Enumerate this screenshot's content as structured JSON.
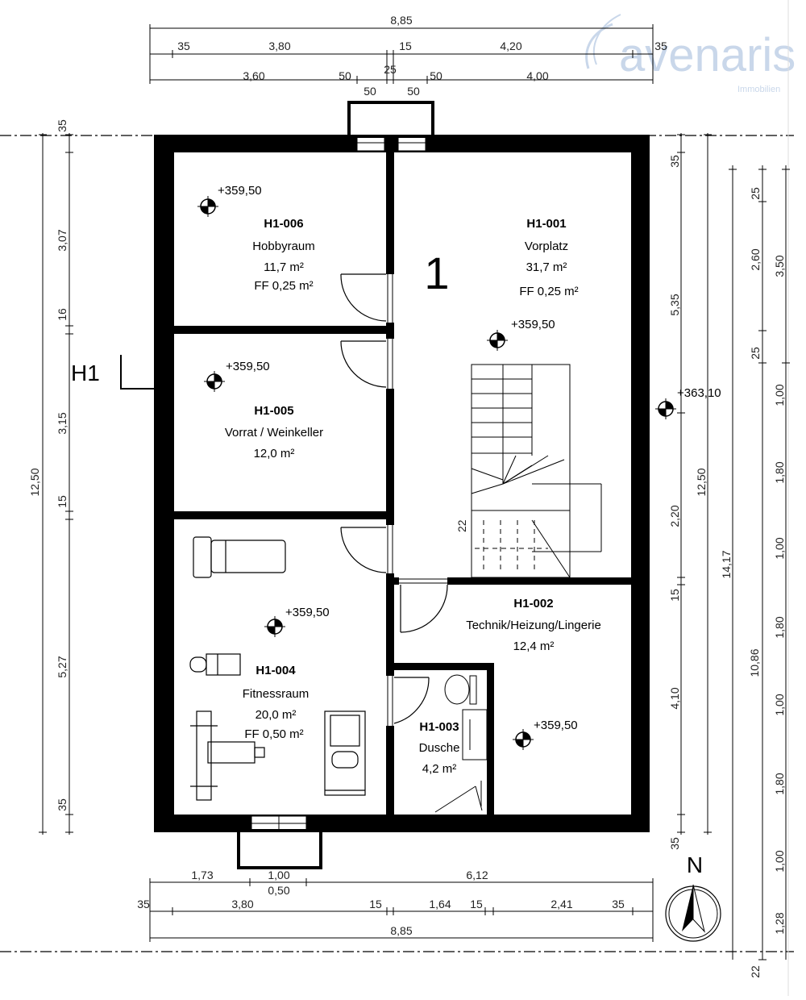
{
  "logo": {
    "name": "avenaris",
    "sub": "Immobilien"
  },
  "floor_label": "H1",
  "floor_number": "1",
  "north_label": "N",
  "rooms": {
    "h1_006": {
      "id": "H1-006",
      "name": "Hobbyraum",
      "area": "11,7 m²",
      "ff": "FF 0,25 m²"
    },
    "h1_001": {
      "id": "H1-001",
      "name": "Vorplatz",
      "area": "31,7 m²",
      "ff": "FF 0,25 m²"
    },
    "h1_005": {
      "id": "H1-005",
      "name": "Vorrat / Weinkeller",
      "area": "12,0 m²"
    },
    "h1_004": {
      "id": "H1-004",
      "name": "Fitnessraum",
      "area": "20,0 m²",
      "ff": "FF 0,50 m²"
    },
    "h1_002": {
      "id": "H1-002",
      "name": "Technik/Heizung/Lingerie",
      "area": "12,4 m²"
    },
    "h1_003": {
      "id": "H1-003",
      "name": "Dusche",
      "area": "4,2 m²"
    }
  },
  "levels": {
    "l006": "+359,50",
    "l001": "+359,50",
    "l005": "+359,50",
    "l004": "+359,50",
    "l002": "+359,50",
    "ext": "+363,10"
  },
  "stair_steps": "22",
  "dims_top": {
    "total": "8,85",
    "r2": [
      "35",
      "3,80",
      "15",
      "4,20",
      "35"
    ],
    "r3": [
      "3,60",
      "50",
      "25",
      "50",
      "4,00"
    ],
    "r4": [
      "50",
      "50"
    ]
  },
  "dims_bottom": {
    "r1": [
      "1,73",
      "1,00",
      "6,12"
    ],
    "r1b": "0,50",
    "r2": [
      "35",
      "3,80",
      "15",
      "1,64",
      "15",
      "2,41",
      "35"
    ],
    "total": "8,85"
  },
  "dims_left": {
    "total": "12,50",
    "parts": [
      "35",
      "3,07",
      "16",
      "3,15",
      "15",
      "5,27",
      "35"
    ]
  },
  "dims_right": {
    "inner": [
      "35",
      "5,35",
      "2,20",
      "15",
      "4,10",
      "35"
    ],
    "total": "12,50",
    "overall": "14,17",
    "sub": "10,86",
    "far": [
      "25",
      "2,60",
      "25",
      "1,00",
      "1,80",
      "1,00",
      "1,80",
      "1,00",
      "1,80",
      "1,00",
      "1,28",
      "22"
    ],
    "far2": "3,50"
  }
}
